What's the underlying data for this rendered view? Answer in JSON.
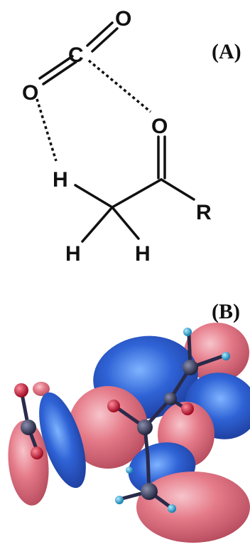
{
  "panel_a": {
    "label": "(A)",
    "atoms": {
      "o_top": "O",
      "c_top": "C",
      "o_left": "O",
      "o_carbonyl": "O",
      "h_bridge": "H",
      "r_group": "R",
      "h_left": "H",
      "h_right": "H"
    }
  },
  "panel_b": {
    "label": "(B)"
  },
  "colors": {
    "ink": "#111111",
    "lobe_red": "#e0707f",
    "lobe_red_dark": "#c0485a",
    "lobe_blue": "#2f5fd0",
    "lobe_blue_dark": "#1a3a9a",
    "atom_dark": "#2a2a4a",
    "atom_red": "#c8102e",
    "atom_cyan": "#1fa2d6"
  }
}
